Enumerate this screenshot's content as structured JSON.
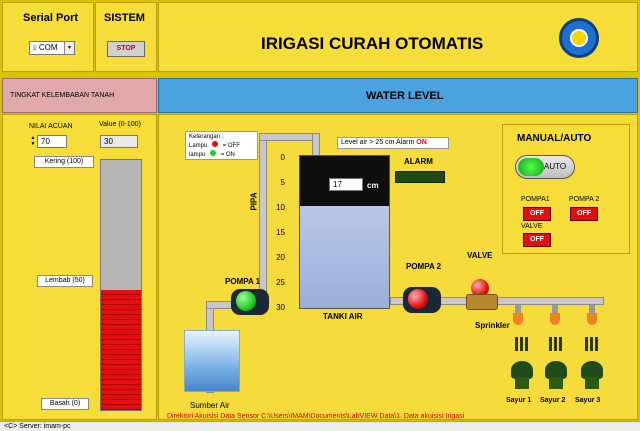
{
  "serial_port": {
    "title": "Serial Port",
    "value": "COM"
  },
  "sistem": {
    "title": "SISTEM",
    "stop_label": "STOP"
  },
  "header": {
    "title": "IRIGASI CURAH OTOMATIS"
  },
  "soil_section": {
    "title": "TINGKAT KELEMBABAN TANAH",
    "nilai_acuan_label": "NILAI ACUAN",
    "nilai_acuan_value": "70",
    "value_label": "Value (0-100)",
    "value": "30",
    "label_kering": "Kering (100)",
    "label_lembab": "Lembab (50)",
    "label_basah": "Basah (0)",
    "level_fraction": 0.48
  },
  "water_section": {
    "title": "WATER LEVEL",
    "keterangan_title": "Keterangan :",
    "keterangan_off": "Lampu",
    "keterangan_off_state": "= OFF",
    "keterangan_on": "lampu",
    "keterangan_on_state": "= ON",
    "alarm_text": "Level air > 25 cm  Alarm",
    "alarm_state": "ON",
    "alarm_label": "ALARM",
    "tank_reading": "17",
    "tank_unit": "cm",
    "tank_scale": [
      "0",
      "5",
      "10",
      "15",
      "20",
      "25",
      "30"
    ],
    "tank_level_cm": 17,
    "pipa_label": "PIPA",
    "pompa1_label": "POMPA 1",
    "pompa2_label": "POMPA  2",
    "tank_label": "TANKI AIR",
    "valve_label": "VALVE",
    "sprinkler_label": "Sprinkler",
    "source_label": "Sumber Air",
    "sayur": [
      "Sayur 1",
      "Sayur 2",
      "Sayur 3"
    ],
    "directory_text": "Direktori Akuisisi Data Sensor C:\\Users\\IMAM\\Documents\\LabVIEW Data\\1. Data akuisisi Irigasi"
  },
  "manual_auto": {
    "title": "MANUAL/AUTO",
    "auto_label": "AUTO",
    "pompa1_label": "POMPA1",
    "pompa1_state": "OFF",
    "pompa2_label": "POMPA 2",
    "pompa2_state": "OFF",
    "valve_label": "VALVE",
    "valve_state": "OFF"
  },
  "status_bar": {
    "text": "<C> Server: imam-pc"
  },
  "colors": {
    "panel": "#f7dd3a",
    "header_band": "#4aa3e0",
    "soil_band": "#e0a8a8",
    "led_red": "#e01010",
    "led_green": "#22cc22"
  }
}
